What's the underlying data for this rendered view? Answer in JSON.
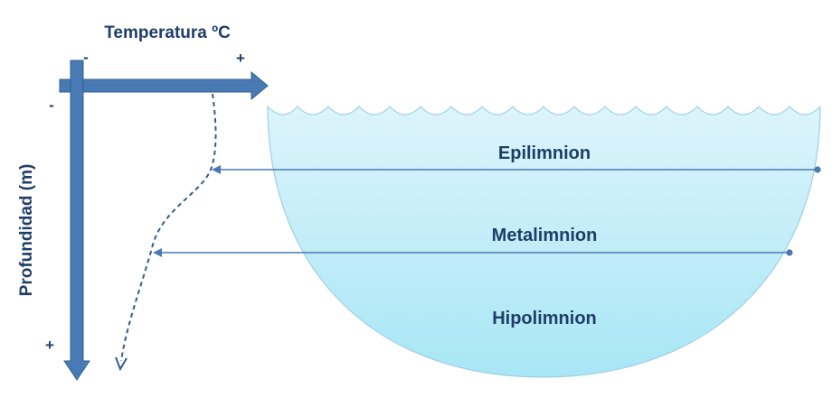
{
  "axes": {
    "x_label": "Temperatura ºC",
    "x_min_sign": "-",
    "x_max_sign": "+",
    "y_label": "Profundidad (m)",
    "y_min_sign": "-",
    "y_max_sign": "+"
  },
  "layers": [
    {
      "name": "Epilimnion"
    },
    {
      "name": "Metalimnion"
    },
    {
      "name": "Hipolimnion"
    }
  ],
  "colors": {
    "axis": "#4a7ab3",
    "axis_dark": "#2f5f95",
    "text": "#1f3e67",
    "curve": "#355c8d",
    "water_top": "#ddf4fb",
    "water_bottom": "#a8e6f6",
    "water_edge": "#9fcfe3"
  }
}
